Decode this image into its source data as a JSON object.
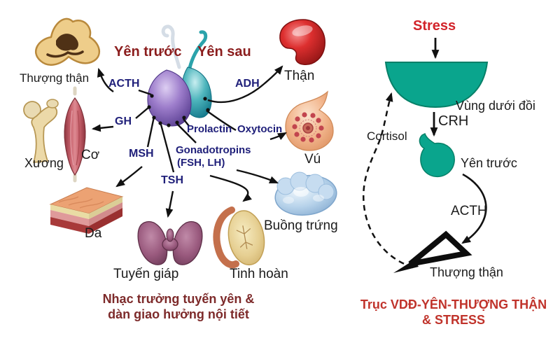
{
  "left": {
    "pituitary": {
      "anterior": "Yên trước",
      "posterior": "Yên sau"
    },
    "hormones": {
      "acth": "ACTH",
      "gh": "GH",
      "msh": "MSH",
      "tsh": "TSH",
      "prolactin": "Prolactin",
      "oxytocin": "Oxytocin",
      "gonadotropins": "Gonadotropins",
      "gonadotropins_sub": "(FSH, LH)",
      "adh": "ADH"
    },
    "organs": {
      "adrenal": "Thượng thận",
      "kidney": "Thận",
      "bone": "Xương",
      "muscle": "Cơ",
      "skin": "Da",
      "thyroid": "Tuyến giáp",
      "breast": "Vú",
      "ovary": "Buồng trứng",
      "testis": "Tinh hoàn"
    },
    "caption": {
      "line1": "Nhạc trưởng tuyến yên &",
      "line2": "dàn giao hưởng nội tiết"
    }
  },
  "right": {
    "stress": "Stress",
    "hypothalamus": "Vùng dưới đồi",
    "crh": "CRH",
    "cortisol": "Cortisol",
    "anterior": "Yên trước",
    "acth": "ACTH",
    "adrenal": "Thượng thận",
    "caption": {
      "line1": "Trục VDĐ-YÊN-THƯỢNG THẬN",
      "line2": "& STRESS"
    }
  },
  "colors": {
    "pituitary_label_red": "#8b1d1d",
    "hormone_navy": "#20207a",
    "organ_label_black": "#1b1b1b",
    "stress_red": "#d2232a",
    "left_caption_maroon": "#7d2a2a",
    "right_caption_red": "#c0332b",
    "teal_green": "#0aa58d",
    "anterior_purple": "#6a4aa0",
    "posterior_teal": "#2d9aa8"
  }
}
